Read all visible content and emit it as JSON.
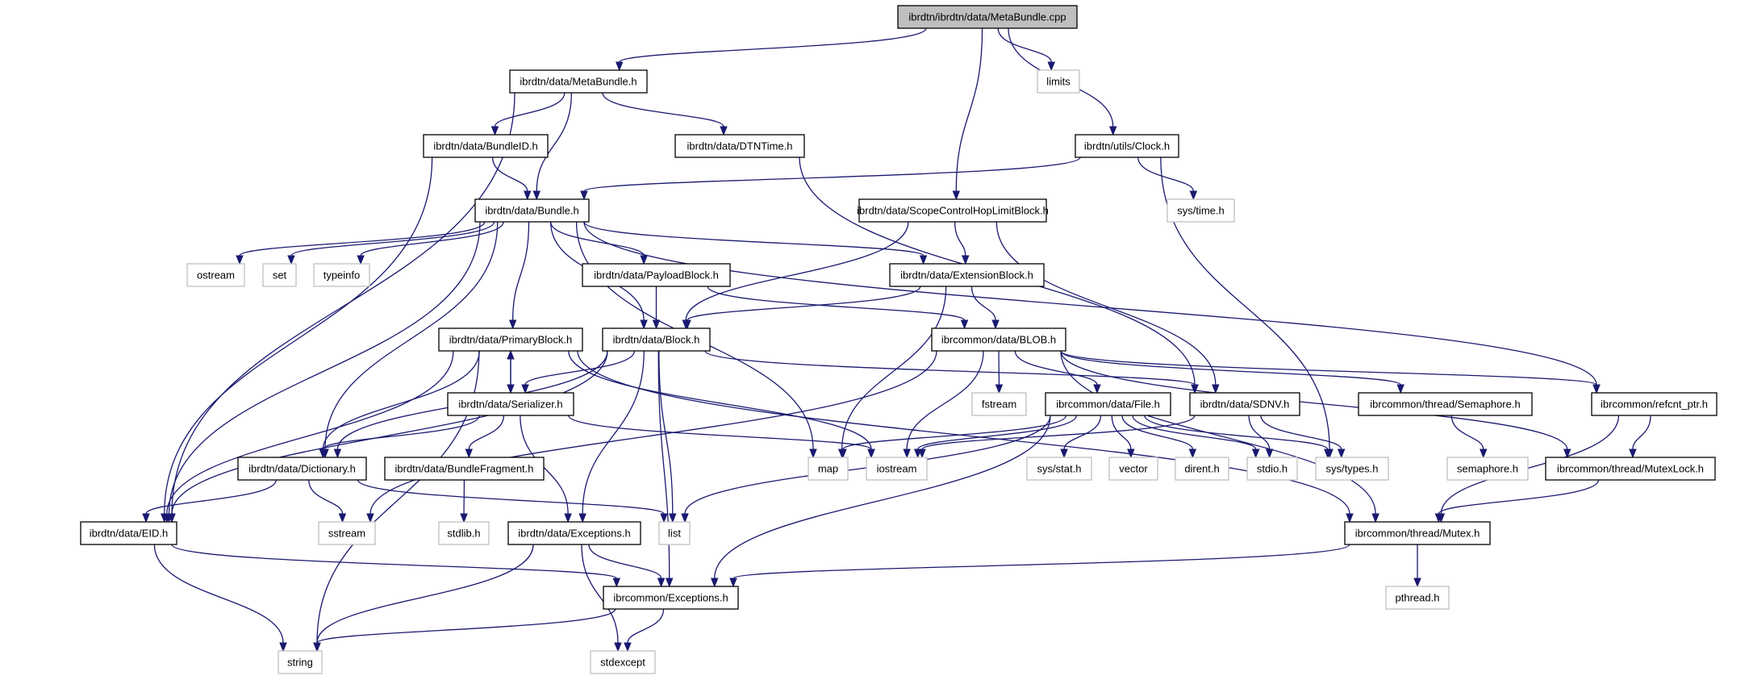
{
  "title": "ibrdtn/ibrdtn/data/MetaBundle.cpp",
  "colors": {
    "edge": "#191970",
    "root_fill": "#bfbfbf",
    "local_border": "#000000",
    "system_border": "#bfbfbf"
  },
  "nodes": [
    {
      "id": "root",
      "label": "ibrdtn/ibrdtn/data/MetaBundle.cpp",
      "kind": "root"
    },
    {
      "id": "metabundle_h",
      "label": "ibrdtn/data/MetaBundle.h",
      "kind": "local"
    },
    {
      "id": "limits",
      "label": "limits",
      "kind": "system"
    },
    {
      "id": "bundleid_h",
      "label": "ibrdtn/data/BundleID.h",
      "kind": "local"
    },
    {
      "id": "dtntime_h",
      "label": "ibrdtn/data/DTNTime.h",
      "kind": "local"
    },
    {
      "id": "clock_h",
      "label": "ibrdtn/utils/Clock.h",
      "kind": "local"
    },
    {
      "id": "bundle_h",
      "label": "ibrdtn/data/Bundle.h",
      "kind": "local"
    },
    {
      "id": "scope_h",
      "label": "ibrdtn/data/ScopeControlHopLimitBlock.h",
      "kind": "local"
    },
    {
      "id": "systime_h",
      "label": "sys/time.h",
      "kind": "system"
    },
    {
      "id": "ostream",
      "label": "ostream",
      "kind": "system"
    },
    {
      "id": "set",
      "label": "set",
      "kind": "system"
    },
    {
      "id": "typeinfo",
      "label": "typeinfo",
      "kind": "system"
    },
    {
      "id": "payloadblock_h",
      "label": "ibrdtn/data/PayloadBlock.h",
      "kind": "local"
    },
    {
      "id": "extensionblock_h",
      "label": "ibrdtn/data/ExtensionBlock.h",
      "kind": "local"
    },
    {
      "id": "primaryblock_h",
      "label": "ibrdtn/data/PrimaryBlock.h",
      "kind": "local"
    },
    {
      "id": "block_h",
      "label": "ibrdtn/data/Block.h",
      "kind": "local"
    },
    {
      "id": "blob_h",
      "label": "ibrcommon/data/BLOB.h",
      "kind": "local"
    },
    {
      "id": "serializer_h",
      "label": "ibrdtn/data/Serializer.h",
      "kind": "local"
    },
    {
      "id": "fstream",
      "label": "fstream",
      "kind": "system"
    },
    {
      "id": "file_h",
      "label": "ibrcommon/data/File.h",
      "kind": "local"
    },
    {
      "id": "sdnv_h",
      "label": "ibrdtn/data/SDNV.h",
      "kind": "local"
    },
    {
      "id": "semaphore_hh",
      "label": "ibrcommon/thread/Semaphore.h",
      "kind": "local"
    },
    {
      "id": "refcnt_h",
      "label": "ibrcommon/refcnt_ptr.h",
      "kind": "local"
    },
    {
      "id": "dictionary_h",
      "label": "ibrdtn/data/Dictionary.h",
      "kind": "local"
    },
    {
      "id": "bundlefragment_h",
      "label": "ibrdtn/data/BundleFragment.h",
      "kind": "local"
    },
    {
      "id": "map",
      "label": "map",
      "kind": "system"
    },
    {
      "id": "iostream",
      "label": "iostream",
      "kind": "system"
    },
    {
      "id": "sysstat_h",
      "label": "sys/stat.h",
      "kind": "system"
    },
    {
      "id": "vector",
      "label": "vector",
      "kind": "system"
    },
    {
      "id": "dirent_h",
      "label": "dirent.h",
      "kind": "system"
    },
    {
      "id": "stdio_h",
      "label": "stdio.h",
      "kind": "system"
    },
    {
      "id": "systypes_h",
      "label": "sys/types.h",
      "kind": "system"
    },
    {
      "id": "semaphore_h",
      "label": "semaphore.h",
      "kind": "system"
    },
    {
      "id": "mutexlock_h",
      "label": "ibrcommon/thread/MutexLock.h",
      "kind": "local"
    },
    {
      "id": "eid_h",
      "label": "ibrdtn/data/EID.h",
      "kind": "local"
    },
    {
      "id": "sstream",
      "label": "sstream",
      "kind": "system"
    },
    {
      "id": "stdlib_h",
      "label": "stdlib.h",
      "kind": "system"
    },
    {
      "id": "exceptions_h",
      "label": "ibrdtn/data/Exceptions.h",
      "kind": "local"
    },
    {
      "id": "list",
      "label": "list",
      "kind": "system"
    },
    {
      "id": "mutex_h",
      "label": "ibrcommon/thread/Mutex.h",
      "kind": "local"
    },
    {
      "id": "ibrexceptions_h",
      "label": "ibrcommon/Exceptions.h",
      "kind": "local"
    },
    {
      "id": "pthread_h",
      "label": "pthread.h",
      "kind": "system"
    },
    {
      "id": "string",
      "label": "string",
      "kind": "system"
    },
    {
      "id": "stdexcept",
      "label": "stdexcept",
      "kind": "system"
    }
  ],
  "edges": [
    [
      "root",
      "metabundle_h"
    ],
    [
      "root",
      "limits"
    ],
    [
      "root",
      "clock_h"
    ],
    [
      "root",
      "scope_h"
    ],
    [
      "metabundle_h",
      "bundleid_h"
    ],
    [
      "metabundle_h",
      "bundle_h"
    ],
    [
      "metabundle_h",
      "dtntime_h"
    ],
    [
      "metabundle_h",
      "eid_h"
    ],
    [
      "bundleid_h",
      "bundle_h"
    ],
    [
      "bundleid_h",
      "eid_h"
    ],
    [
      "dtntime_h",
      "sdnv_h"
    ],
    [
      "clock_h",
      "bundle_h"
    ],
    [
      "clock_h",
      "systime_h"
    ],
    [
      "clock_h",
      "systypes_h"
    ],
    [
      "bundle_h",
      "ostream"
    ],
    [
      "bundle_h",
      "set"
    ],
    [
      "bundle_h",
      "typeinfo"
    ],
    [
      "bundle_h",
      "payloadblock_h"
    ],
    [
      "bundle_h",
      "extensionblock_h"
    ],
    [
      "bundle_h",
      "primaryblock_h"
    ],
    [
      "bundle_h",
      "block_h"
    ],
    [
      "bundle_h",
      "map"
    ],
    [
      "bundle_h",
      "refcnt_h"
    ],
    [
      "bundle_h",
      "dictionary_h"
    ],
    [
      "bundle_h",
      "eid_h"
    ],
    [
      "scope_h",
      "extensionblock_h"
    ],
    [
      "scope_h",
      "block_h"
    ],
    [
      "scope_h",
      "sdnv_h"
    ],
    [
      "payloadblock_h",
      "block_h"
    ],
    [
      "payloadblock_h",
      "blob_h"
    ],
    [
      "extensionblock_h",
      "block_h"
    ],
    [
      "extensionblock_h",
      "blob_h"
    ],
    [
      "extensionblock_h",
      "map"
    ],
    [
      "primaryblock_h",
      "serializer_h"
    ],
    [
      "primaryblock_h",
      "dictionary_h"
    ],
    [
      "primaryblock_h",
      "eid_h"
    ],
    [
      "primaryblock_h",
      "string"
    ],
    [
      "primaryblock_h",
      "iostream"
    ],
    [
      "primaryblock_h",
      "mutex_h"
    ],
    [
      "block_h",
      "serializer_h"
    ],
    [
      "block_h",
      "dictionary_h"
    ],
    [
      "block_h",
      "eid_h"
    ],
    [
      "block_h",
      "sdnv_h"
    ],
    [
      "block_h",
      "exceptions_h"
    ],
    [
      "block_h",
      "list"
    ],
    [
      "block_h",
      "ibrexceptions_h"
    ],
    [
      "serializer_h",
      "primaryblock_h"
    ],
    [
      "serializer_h",
      "dictionary_h"
    ],
    [
      "serializer_h",
      "bundlefragment_h"
    ],
    [
      "serializer_h",
      "exceptions_h"
    ],
    [
      "serializer_h",
      "iostream"
    ],
    [
      "blob_h",
      "fstream"
    ],
    [
      "blob_h",
      "file_h"
    ],
    [
      "blob_h",
      "iostream"
    ],
    [
      "blob_h",
      "sstream"
    ],
    [
      "blob_h",
      "semaphore_hh"
    ],
    [
      "blob_h",
      "refcnt_h"
    ],
    [
      "blob_h",
      "mutexlock_h"
    ],
    [
      "blob_h",
      "mutex_h"
    ],
    [
      "file_h",
      "map"
    ],
    [
      "file_h",
      "iostream"
    ],
    [
      "file_h",
      "sysstat_h"
    ],
    [
      "file_h",
      "vector"
    ],
    [
      "file_h",
      "dirent_h"
    ],
    [
      "file_h",
      "stdio_h"
    ],
    [
      "file_h",
      "systypes_h"
    ],
    [
      "file_h",
      "list"
    ],
    [
      "file_h",
      "ibrexceptions_h"
    ],
    [
      "sdnv_h",
      "iostream"
    ],
    [
      "sdnv_h",
      "stdio_h"
    ],
    [
      "sdnv_h",
      "systypes_h"
    ],
    [
      "semaphore_hh",
      "semaphore_h"
    ],
    [
      "refcnt_h",
      "mutexlock_h"
    ],
    [
      "refcnt_h",
      "mutex_h"
    ],
    [
      "mutexlock_h",
      "mutex_h"
    ],
    [
      "dictionary_h",
      "eid_h"
    ],
    [
      "dictionary_h",
      "sstream"
    ],
    [
      "dictionary_h",
      "list"
    ],
    [
      "bundlefragment_h",
      "stdlib_h"
    ],
    [
      "eid_h",
      "string"
    ],
    [
      "eid_h",
      "ibrexceptions_h"
    ],
    [
      "exceptions_h",
      "string"
    ],
    [
      "exceptions_h",
      "ibrexceptions_h"
    ],
    [
      "exceptions_h",
      "stdexcept"
    ],
    [
      "mutex_h",
      "ibrexceptions_h"
    ],
    [
      "mutex_h",
      "pthread_h"
    ],
    [
      "ibrexceptions_h",
      "string"
    ],
    [
      "ibrexceptions_h",
      "stdexcept"
    ]
  ]
}
